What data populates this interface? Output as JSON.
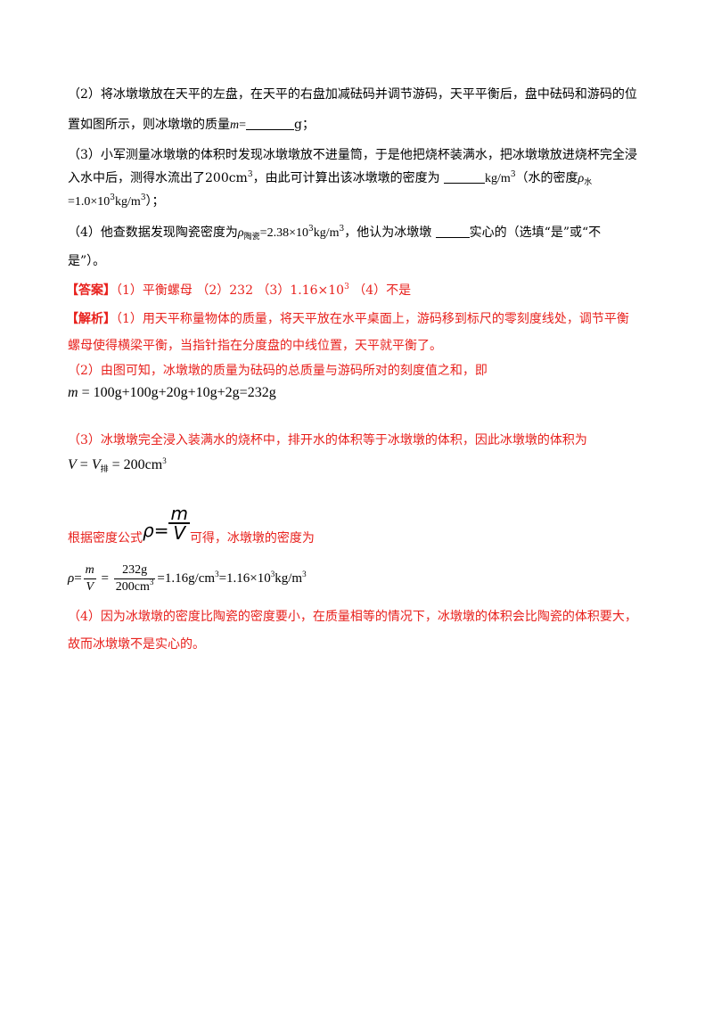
{
  "q2": {
    "line1": "（2）将冰墩墩放在天平的左盘，在天平的右盘加减砝码并调节游码，天平平衡后，盘中砝码和游码的位",
    "line2_a": "置如图所示，则冰墩墩的质量",
    "line2_var": "m",
    "line2_eq": "=",
    "line2_unit": "g；"
  },
  "q3": {
    "line1_a": "（3）小军测量冰墩墩的体积时发现冰墩墩放不进量筒，于是他把烧杯装满水，把冰墩墩放进烧杯完全浸",
    "line2_a": "入水中后，测得水流出了200cm",
    "line2_sup": "3",
    "line2_b": "，由此可计算出该冰墩墩的密度为",
    "line2_unit": "kg/m",
    "line2_unit_sup": "3",
    "line2_c": "（水的密度",
    "line2_rho": "ρ",
    "line2_rho_sub": "水",
    "line3_a": "=1.0×10",
    "line3_sup": "3",
    "line3_b": "kg/m",
    "line3_sup2": "3",
    "line3_c": "）；"
  },
  "q4": {
    "line1_a": "（4）他查数据发现陶瓷密度为",
    "line1_rho": "ρ",
    "line1_rho_sub": "陶瓷",
    "line1_b": "=2.38×10",
    "line1_sup": "3",
    "line1_c": "kg/m",
    "line1_sup2": "3",
    "line1_d": "，他认为冰墩墩",
    "line1_e": "实心的（选填“是”或“不",
    "line2": "是”）。"
  },
  "answer": {
    "label": "【答案】",
    "text_a": "（1）平衡螺母 （2）232 （3）1.16×10",
    "text_sup": "3",
    "text_b": " （4）不是"
  },
  "analysis": {
    "label": "【解析】",
    "p1_line1": "（1）用天平称量物体的质量，将天平放在水平桌面上，游码移到标尺的零刻度线处，调节平衡",
    "p1_line2": "螺母使得横梁平衡，当指针指在分度盘的中线位置，天平就平衡了。",
    "p2_line1": "（2）由图可知，冰墩墩的质量为砝码的总质量与游码所对的刻度值之和，即",
    "p2_eq_var": "m",
    "p2_eq": " = 100g+100g+20g+10g+2g=232g",
    "p3_line1": "（3）冰墩墩完全浸入装满水的烧杯中，排开水的体积等于冰墩墩的体积，因此冰墩墩的体积为",
    "p3_eq_v": "V",
    "p3_eq_eq": " = ",
    "p3_eq_v2": "V",
    "p3_eq_sub": "排",
    "p3_eq_val": " = 200cm",
    "p3_eq_sup": "3",
    "p3_formula_a": "根据密度公式",
    "p3_formula_rho": "ρ=",
    "p3_formula_num": "m",
    "p3_formula_den": "V",
    "p3_formula_b": "可得，冰墩墩的密度为",
    "p3_eq2_rho": "ρ",
    "p3_eq2_eq": "=",
    "p3_eq2_num": "m",
    "p3_eq2_den": "V",
    "p3_eq2_eq2": " = ",
    "p3_eq2_num2": "232g",
    "p3_eq2_den2": "200cm",
    "p3_eq2_den2_sup": "3",
    "p3_eq2_res_a": "=1.16g/cm",
    "p3_eq2_res_sup": "3",
    "p3_eq2_res_b": "=1.16×10",
    "p3_eq2_res_sup2": "3",
    "p3_eq2_res_c": "kg/m",
    "p3_eq2_res_sup3": "3",
    "p4_line1": "（4）因为冰墩墩的密度比陶瓷的密度要小，在质量相等的情况下，冰墩墩的体积会比陶瓷的体积要大，",
    "p4_line2": "故而冰墩墩不是实心的。"
  },
  "colors": {
    "red": "#e8211d",
    "text": "#000000"
  }
}
